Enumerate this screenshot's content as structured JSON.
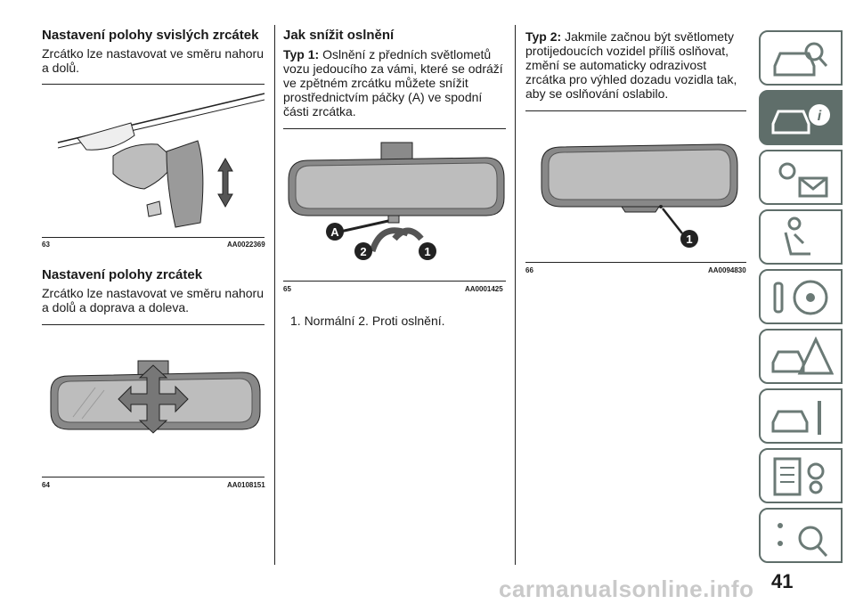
{
  "col1": {
    "heading1": "Nastavení polohy svislých zrcátek",
    "para1": "Zrcátko lze nastavovat ve směru nahoru a dolů.",
    "fig63_num": "63",
    "fig63_code": "AA0022369",
    "heading2": "Nastavení polohy zrcátek",
    "para2": "Zrcátko lze nastavovat ve směru nahoru a dolů a doprava a doleva.",
    "fig64_num": "64",
    "fig64_code": "AA0108151"
  },
  "col2": {
    "heading": "Jak snížit oslnění",
    "type1_label": "Typ 1:",
    "type1_text": "Oslnění z předních světlometů vozu jedoucího za vámi, které se odráží ve zpětném zrcátku můžete snížit prostřednictvím páčky (A) ve spodní části zrcátka.",
    "fig65_num": "65",
    "fig65_code": "AA0001425",
    "label_a": "A",
    "label_1": "1",
    "label_2": "2",
    "legend": "1. Normální  2. Proti oslnění."
  },
  "col3": {
    "type2_label": "Typ 2:",
    "type2_text": "Jakmile začnou být světlomety protijedoucích vozidel příliš oslňovat, změní se automaticky odrazivost zrcátka pro výhled dozadu vozidla tak, aby se oslňování oslabilo.",
    "fig66_num": "66",
    "fig66_code": "AA0094830",
    "label_1": "1"
  },
  "page_number": "41",
  "watermark": "carmanualsonline.info",
  "tabs": [
    {
      "icon": "car-search-icon"
    },
    {
      "icon": "car-info-icon"
    },
    {
      "icon": "warning-lights-message-icon"
    },
    {
      "icon": "seat-airbag-icon"
    },
    {
      "icon": "steering-key-icon"
    },
    {
      "icon": "car-warning-triangle-icon"
    },
    {
      "icon": "car-service-tools-icon"
    },
    {
      "icon": "specs-gear-icon"
    },
    {
      "icon": "alphabet-index-icon"
    }
  ],
  "colors": {
    "tab": "#5f6e6a"
  }
}
